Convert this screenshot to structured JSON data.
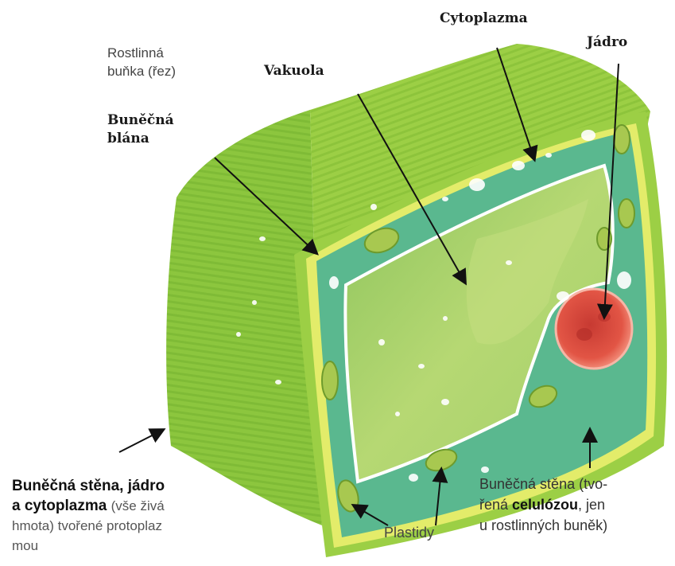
{
  "labels": {
    "rostlinna_bunka": [
      "Rostlinná",
      "buňka (řez)"
    ],
    "vakuola": "Vakuola",
    "cytoplazma": "Cytoplazma",
    "jadro": "Jádro",
    "bunecna_blana": [
      "Buněčná",
      "blána"
    ],
    "plastidy": "Plastidy",
    "protoplazma_bold1": "Buněčná stěna, jádro",
    "protoplazma_bold2": "a cytoplazma",
    "protoplazma_light2": "(vše živá",
    "protoplazma_line3": "hmota) tvořené protoplaz",
    "protoplazma_line4": "mou",
    "stena_line1": "Buněčná stěna (tvo-",
    "stena_line2_a": "řená ",
    "stena_line2_bold": "celulózou",
    "stena_line2_b": ", jen",
    "stena_line3": "u rostlinných buněk)"
  },
  "colors": {
    "outer_wall": "#8cc63e",
    "wall_highlight": "#e9ee62",
    "cytoplasm": "#5ab88f",
    "vacuole": "#a9d06a",
    "nucleus": "#e24a3a",
    "plastid": "#a8c850",
    "arrow": "#111111"
  }
}
